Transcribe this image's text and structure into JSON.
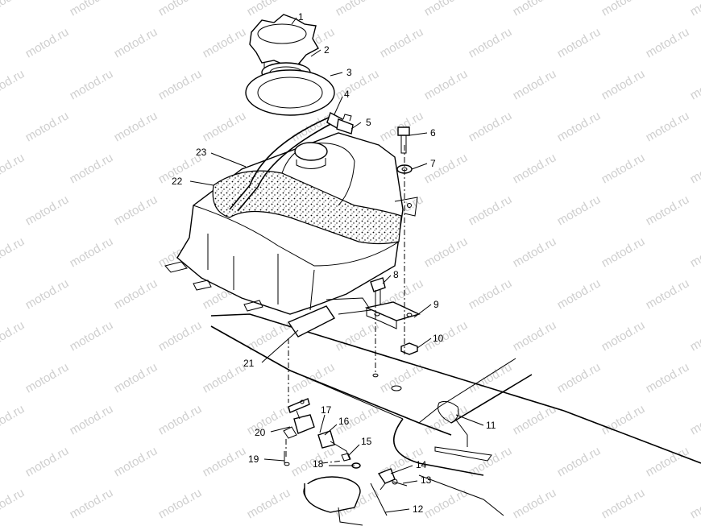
{
  "watermark": {
    "text": "motod.ru"
  },
  "diagram": {
    "callouts": [
      "1",
      "2",
      "3",
      "4",
      "5",
      "6",
      "7",
      "8",
      "9",
      "10",
      "11",
      "12",
      "13",
      "14",
      "15",
      "16",
      "17",
      "18",
      "19",
      "20",
      "21",
      "22",
      "23"
    ]
  },
  "colors": {
    "ink": "#000000",
    "watermark": "#cfcfcf",
    "background": "#ffffff"
  }
}
